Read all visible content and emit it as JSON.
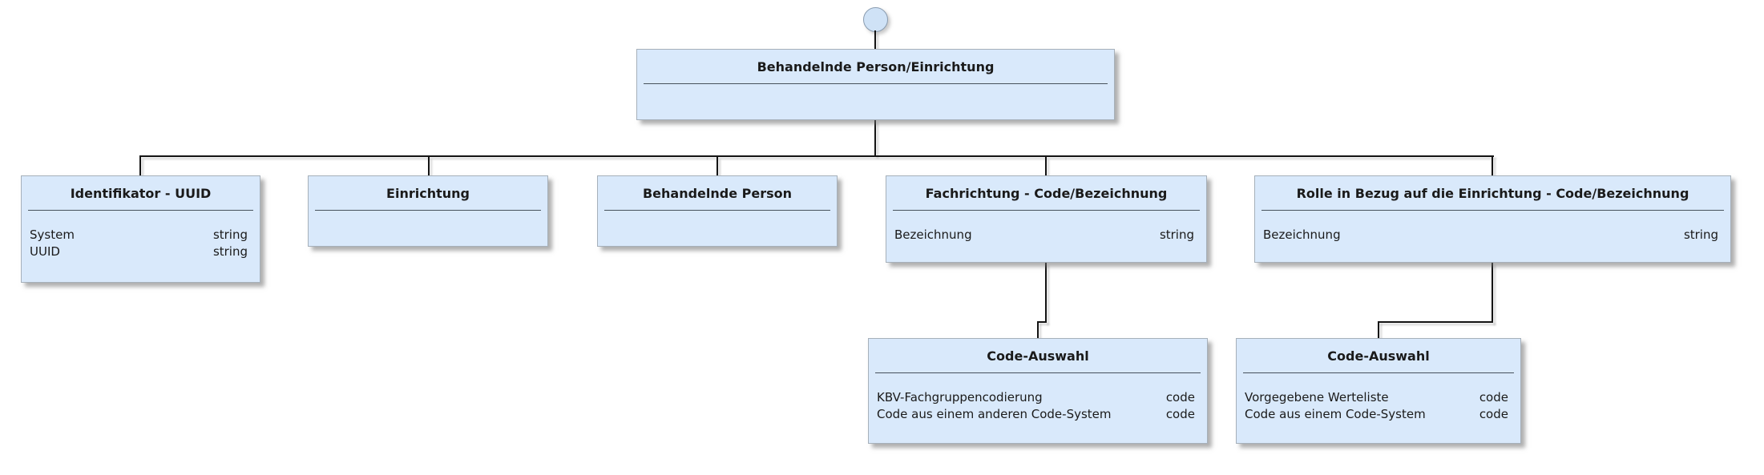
{
  "diagram_type": "uml-object-tree",
  "colors": {
    "node_fill": "#d9e9fb",
    "node_border": "#a6b0ba",
    "separator": "#47525c",
    "connector": "#141414",
    "circle_fill": "#cfe2f6",
    "circle_border": "#8a9cb0",
    "text": "#1a1a1a"
  },
  "nodes": {
    "root": {
      "title": "Behandelnde Person/Einrichtung",
      "fields": []
    },
    "identifikator_uuid": {
      "title": "Identifikator - UUID",
      "fields": [
        {
          "name": "System",
          "type": "string"
        },
        {
          "name": "UUID",
          "type": "string"
        }
      ]
    },
    "einrichtung": {
      "title": "Einrichtung",
      "fields": []
    },
    "behandelnde_person": {
      "title": "Behandelnde Person",
      "fields": []
    },
    "fachrichtung": {
      "title": "Fachrichtung - Code/Bezeichnung",
      "fields": [
        {
          "name": "Bezeichnung",
          "type": "string"
        }
      ]
    },
    "rolle_einrichtung": {
      "title": "Rolle in Bezug auf die Einrichtung - Code/Bezeichnung",
      "fields": [
        {
          "name": "Bezeichnung",
          "type": "string"
        }
      ]
    },
    "code_auswahl_fachrichtung": {
      "title": "Code-Auswahl",
      "fields": [
        {
          "name": "KBV-Fachgruppencodierung",
          "type": "code"
        },
        {
          "name": "Code aus einem anderen Code-System",
          "type": "code"
        }
      ]
    },
    "code_auswahl_rolle": {
      "title": "Code-Auswahl",
      "fields": [
        {
          "name": "Vorgegebene Werteliste",
          "type": "code"
        },
        {
          "name": "Code aus einem Code-System",
          "type": "code"
        }
      ]
    }
  }
}
